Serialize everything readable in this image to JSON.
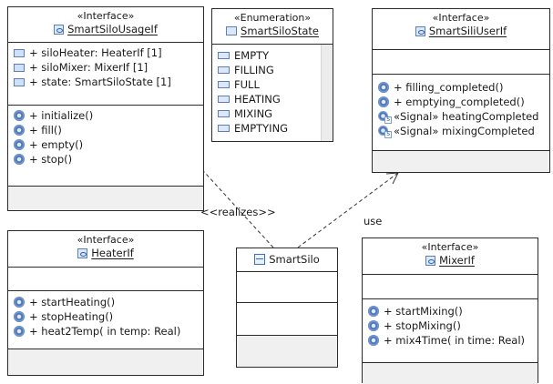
{
  "classes": {
    "usage": {
      "stereotype": "«Interface»",
      "name": "SmartSiloUsageIf",
      "attributes": [
        "+ siloHeater: HeaterIf [1]",
        "+ siloMixer: MixerIf [1]",
        "+ state: SmartSiloState [1]"
      ],
      "operations": [
        "+ initialize()",
        "+ fill()",
        "+ empty()",
        "+ stop()"
      ]
    },
    "state": {
      "stereotype": "«Enumeration»",
      "name": "SmartSiloState",
      "literals": [
        "EMPTY",
        "FILLING",
        "FULL",
        "HEATING",
        "MIXING",
        "EMPTYING"
      ]
    },
    "user": {
      "stereotype": "«Interface»",
      "name": "SmartSiliUserIf",
      "operations": [
        "+ filling_completed()",
        "+ emptying_completed()"
      ],
      "signals": [
        "«Signal» heatingCompleted",
        "«Signal» mixingCompleted"
      ]
    },
    "heater": {
      "stereotype": "«Interface»",
      "name": "HeaterIf",
      "operations": [
        "+ startHeating()",
        "+ stopHeating()",
        "+ heat2Temp(  in temp: Real)"
      ]
    },
    "silo": {
      "name": "SmartSilo"
    },
    "mixer": {
      "stereotype": "«Interface»",
      "name": "MixerIf",
      "operations": [
        "+ startMixing()",
        "+ stopMixing()",
        "+ mix4Time(  in time: Real)"
      ]
    }
  },
  "connectors": {
    "realizes": "<<realizes>>",
    "use": "use"
  }
}
